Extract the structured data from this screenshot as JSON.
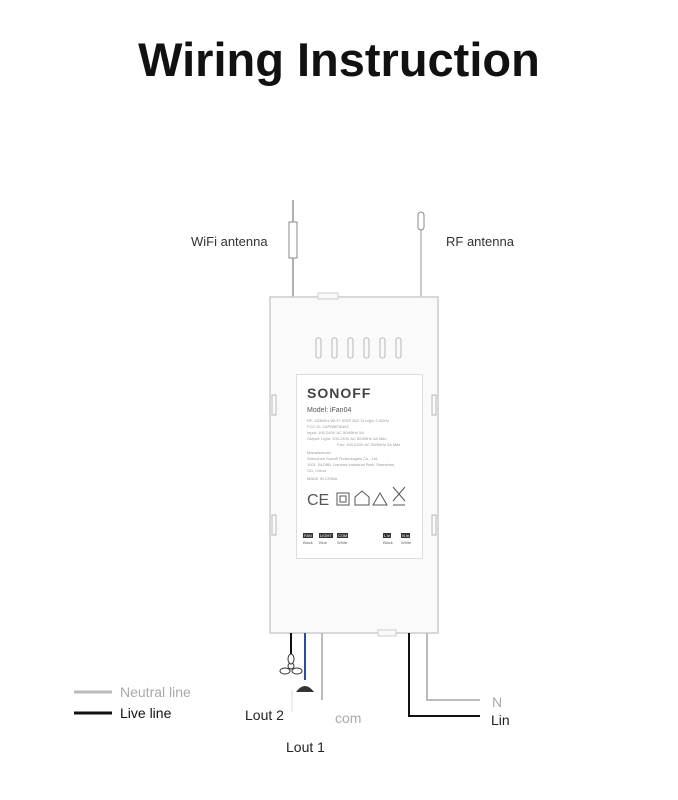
{
  "title": "Wiring Instruction",
  "antennas": {
    "wifi": "WiFi antenna",
    "rf": "RF antenna"
  },
  "device": {
    "brand": "SONOFF",
    "model": "Model: iFan04",
    "specs": [
      "RF: 433MHz    Wi-Fi: IEEE 802.11 b/g/n 2.4GHz",
      "FCC ID: 2APN5IFAN04",
      "Input: 100-240V AC 50/60Hz 5A",
      "Output: Light: 100-240V AC 50/60Hz 3A Max",
      "Fan: 100-240V AC 50/60Hz 2A Max",
      "Manufacturer:",
      "Shenzhen Sonoff Technologies Co., Ltd.",
      "1001, BLD8B, Lianhua Industrial Park, Shenzhen,",
      "GD, China"
    ],
    "made_in": "MADE IN CHINA",
    "terminals": [
      {
        "tag": "FAN",
        "color": "Black"
      },
      {
        "tag": "LIGHT",
        "color": "Blue"
      },
      {
        "tag": "COM",
        "color": "White"
      },
      {
        "tag": "L in",
        "color": "Black"
      },
      {
        "tag": "N in",
        "color": "White"
      }
    ]
  },
  "legend": {
    "neutral": "Neutral line",
    "live": "Live line"
  },
  "wire_labels": {
    "lout2": "Lout 2",
    "lout1": "Lout 1",
    "com": "com",
    "n": "N",
    "lin": "Lin"
  },
  "colors": {
    "neutral": "#b0b0b0",
    "live": "#111111",
    "blue": "#2a4d9c"
  }
}
